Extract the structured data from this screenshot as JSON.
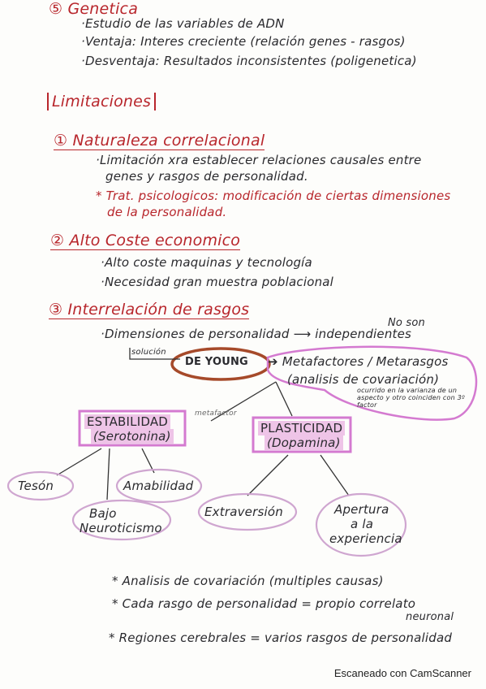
{
  "sec5": {
    "heading": "⑤ Genetica",
    "b1": "·Estudio de las variables de ADN",
    "b2": "·Ventaja: Interes creciente (relación genes - rasgos)",
    "b3": "·Desventaja: Resultados inconsistentes (poligenetica)"
  },
  "limitaciones": {
    "title": "Limitaciones"
  },
  "sec1": {
    "heading": "① Naturaleza correlacional",
    "b1a": "·Limitación xra establecer relaciones causales entre",
    "b1b": "genes y rasgos de personalidad.",
    "b2a": "* Trat. psicologicos: modificación de ciertas dimensiones",
    "b2b": "de la personalidad."
  },
  "sec2": {
    "heading": "② Alto Coste economico",
    "b1": "·Alto coste maquinas y tecnología",
    "b2": "·Necesidad gran muestra poblacional"
  },
  "sec3": {
    "heading": "③ Interrelación de rasgos",
    "nosor": "No son",
    "dims": "·Dimensiones de personalidad ⟶ independientes",
    "solucion": "solución",
    "deyoung": "DE YOUNG",
    "meta": "➔ Metafactores / Metarasgos",
    "analisis": "(analisis de covariación)",
    "note": "ocurrido en la varianza de un aspecto y otro coinciden con 3º factor",
    "metafactor": "metafactor"
  },
  "diagram": {
    "estabilidad": "ESTABILIDAD",
    "serotonina": "(Serotonina)",
    "plasticidad": "PLASTICIDAD",
    "dopamina": "(Dopamina)",
    "teson": "Tesón",
    "amabilidad": "Amabilidad",
    "bajo": "Bajo",
    "neuroticismo": "Neuroticismo",
    "extraversion": "Extraversión",
    "apertura1": "Apertura",
    "apertura2": "a la",
    "apertura3": "experiencia"
  },
  "notes": {
    "n1": "* Analisis de covariación (multiples causas)",
    "n2": "* Cada rasgo de personalidad = propio correlato",
    "n2b": "neuronal",
    "n3": "* Regiones cerebrales = varios rasgos de personalidad"
  },
  "footer": {
    "scanner": "Escaneado con CamScanner"
  }
}
